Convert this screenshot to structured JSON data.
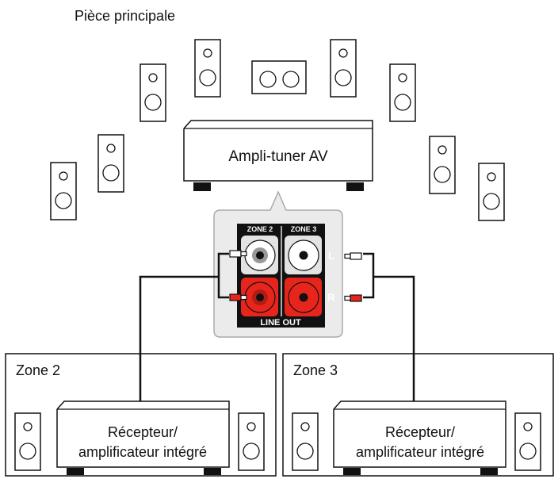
{
  "main_room_label": "Pièce principale",
  "av_receiver_label": "Ampli-tuner AV",
  "panel": {
    "zone2_label": "ZONE 2",
    "zone3_label": "ZONE 3",
    "line_out_label": "LINE OUT",
    "left_label": "L",
    "right_label": "R"
  },
  "zones": [
    {
      "title": "Zone 2",
      "device_line1": "Récepteur/",
      "device_line2": "amplificateur intégré"
    },
    {
      "title": "Zone 3",
      "device_line1": "Récepteur/",
      "device_line2": "amplificateur intégré"
    }
  ],
  "colors": {
    "left_channel": "#ffffff",
    "right_channel": "#e8251c",
    "line": "#111111",
    "panel_border": "#aaaaaa"
  }
}
